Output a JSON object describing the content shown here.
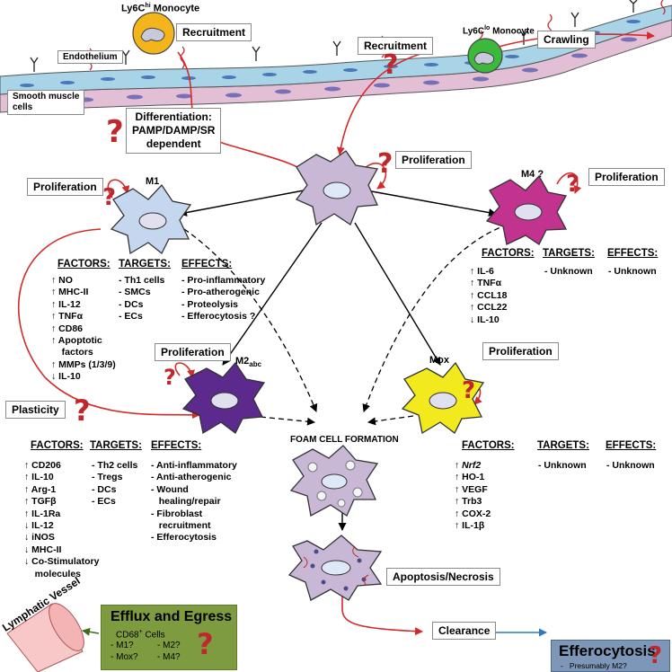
{
  "colors": {
    "arrow_red": "#d22b2b",
    "question_red": "#c0272d",
    "m1_blue": "#c5d7ee",
    "m2_purple": "#5b2a8c",
    "m4_magenta": "#c2338f",
    "mox_yellow": "#f2ea1c",
    "center_lilac": "#c8b8d6",
    "efflux_green": "#7e9b40",
    "efferocytosis_blue": "#7e97b8",
    "vessel_blue": "#a9d3e6",
    "smooth_muscle_pink": "#e3bfd6"
  },
  "vessel": {
    "ly6c_hi": "Ly6C",
    "ly6c_hi_sup": "hi",
    "ly6c_hi_suffix": " Monocyte",
    "ly6c_lo": "Ly6C",
    "ly6c_lo_sup": "lo",
    "ly6c_lo_suffix": " Monocyte",
    "recruitment_1": "Recruitment",
    "recruitment_2": "Recruitment",
    "crawling": "Crawling",
    "endothelium": "Endothelium",
    "smooth_muscle_1": "Smooth muscle",
    "smooth_muscle_2": "cells"
  },
  "differentiation": {
    "line1": "Differentiation:",
    "line2": "PAMP/DAMP/SR",
    "line3": "dependent"
  },
  "labels": {
    "proliferation_center": "Proliferation",
    "proliferation_m1": "Proliferation",
    "proliferation_m4": "Proliferation",
    "proliferation_m2": "Proliferation",
    "proliferation_mox": "Proliferation",
    "m1": "M1",
    "m4": "M4 ?",
    "m2": "M2",
    "m2_sub": "abc",
    "mox": "Mox",
    "plasticity": "Plasticity",
    "foam": "FOAM CELL FORMATION",
    "apoptosis": "Apoptosis/Necrosis",
    "clearance": "Clearance",
    "question": "?"
  },
  "headers": {
    "factors": "FACTORS:",
    "targets": "TARGETS:",
    "effects": "EFFECTS:"
  },
  "m1_lists": {
    "factors": [
      "↑ NO",
      "↑ MHC-II",
      "↑ IL-12",
      "↑ TNFα",
      "↑ CD86",
      "↑ Apoptotic",
      "    factors",
      "↑ MMPs (1/3/9)",
      "↓ IL-10"
    ],
    "targets": [
      "- Th1 cells",
      "- SMCs",
      "- DCs",
      "- ECs"
    ],
    "effects": [
      "- Pro-inflammatory",
      "- Pro-atherogenic",
      "- Proteolysis",
      "- Efferocytosis ?"
    ]
  },
  "m4_lists": {
    "factors": [
      "↑ IL-6",
      "↑ TNFα",
      "↑ CCL18",
      "↑ CCL22",
      "↓ IL-10"
    ],
    "targets": [
      "- Unknown"
    ],
    "effects": [
      "- Unknown"
    ]
  },
  "m2_lists": {
    "factors": [
      "↑ CD206",
      "↑ IL-10",
      "↑ Arg-1",
      "↑ TGFβ",
      "↑ IL-1Ra",
      "↓ IL-12",
      "↓ iNOS",
      "↓ MHC-II",
      "↓ Co-Stimulatory",
      "    molecules"
    ],
    "targets": [
      "- Th2 cells",
      "- Tregs",
      "- DCs",
      "- ECs"
    ],
    "effects": [
      "- Anti-inflammatory",
      "- Anti-atherogenic",
      "- Wound",
      "   healing/repair",
      "- Fibroblast",
      "   recruitment",
      "- Efferocytosis"
    ]
  },
  "mox_lists": {
    "factors": [
      "↑ Nrf2",
      "↑ HO-1",
      "↑ VEGF",
      "↑ Trb3",
      "↑ COX-2",
      "↑ IL-1β"
    ],
    "targets": [
      "- Unknown"
    ],
    "effects": [
      "- Unknown"
    ]
  },
  "efflux": {
    "vessel_label": "Lymphatic Vessel",
    "title": "Efflux and Egress",
    "cd68_pre": "CD68",
    "cd68_sup": "+",
    "cd68_post": " Cells",
    "m1": "- M1?",
    "m2": "- M2?",
    "mox": "- Mox?",
    "m4": "- M4?"
  },
  "efferocytosis": {
    "title": "Efferocytosis",
    "subtitle": "-   Presumably M2?"
  }
}
